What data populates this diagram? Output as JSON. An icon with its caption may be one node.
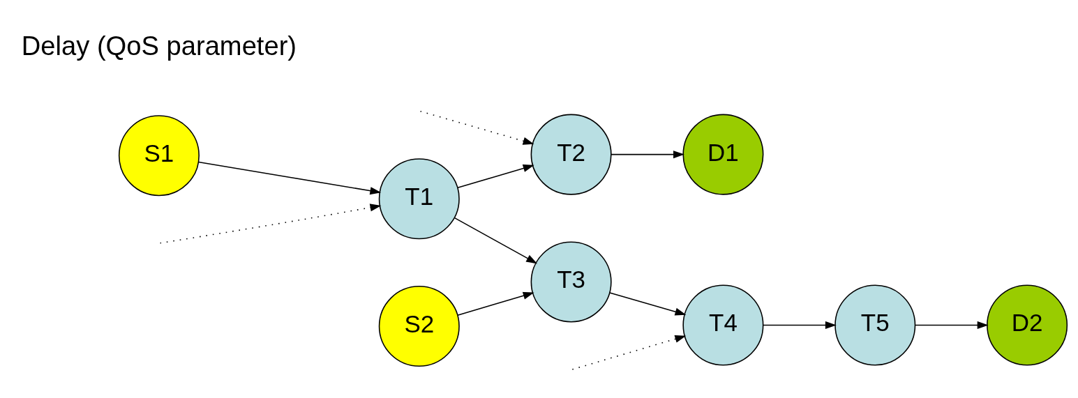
{
  "diagram": {
    "nodes": [
      {
        "text": [
          "S1"
        ]
      },
      {
        "text": [
          "T1"
        ]
      },
      {
        "text": [
          "T2"
        ]
      },
      {
        "text": [
          "D1"
        ]
      },
      {
        "text": [
          "S2"
        ]
      },
      {
        "text": [
          "T3"
        ]
      },
      {
        "text": [
          "T4"
        ]
      },
      {
        "text": [
          "T5"
        ]
      },
      {
        "text": [
          "D2"
        ]
      }
    ],
    "edges": [
      {
        "from": 0,
        "to": 1,
        "arrow": "to"
      },
      {
        "from": 1,
        "to": 2,
        "arrow": "to"
      },
      {
        "from": 2,
        "to": 3,
        "arrow": "to"
      },
      {
        "from": 1,
        "to": 5,
        "arrow": "to"
      },
      {
        "from": 4,
        "to": 5,
        "arrow": "to"
      },
      {
        "from": 5,
        "to": 6,
        "arrow": "to"
      },
      {
        "from": 6,
        "to": 7,
        "arrow": "to"
      },
      {
        "from": 7,
        "to": 8,
        "arrow": "to"
      },
      {
        "from": null,
        "to": 1,
        "arrow": "to",
        "style": "dashed"
      },
      {
        "from": null,
        "to": 2,
        "arrow": "to",
        "style": "dashed"
      },
      {
        "from": null,
        "to": 6,
        "arrow": "to",
        "style": "dashed"
      }
    ],
    "labels": [
      "Delay (QoS parameter)"
    ]
  }
}
